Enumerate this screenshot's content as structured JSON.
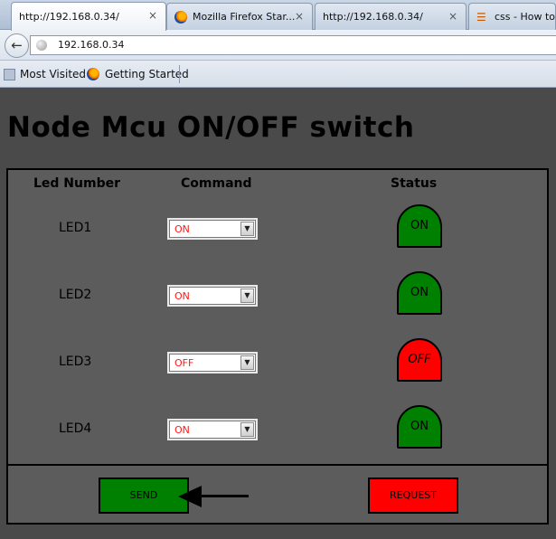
{
  "browser": {
    "tabs": [
      {
        "label": "http://192.168.0.34/",
        "active": true,
        "icon": "none"
      },
      {
        "label": "Mozilla Firefox Star...",
        "active": false,
        "icon": "firefox-icon"
      },
      {
        "label": "http://192.168.0.34/",
        "active": false,
        "icon": "none"
      },
      {
        "label": "css - How to",
        "active": false,
        "icon": "stackexchange-icon"
      }
    ],
    "close_glyph": "×",
    "back_glyph": "←",
    "url": "192.168.0.34",
    "bookmarks": [
      {
        "label": "Most Visited",
        "icon": "folder-icon"
      },
      {
        "label": "Getting Started",
        "icon": "firefox-icon"
      }
    ]
  },
  "page": {
    "title": "Node Mcu ON/OFF switch",
    "headers": {
      "led_number": "Led Number",
      "command": "Command",
      "status": "Status"
    },
    "rows": [
      {
        "led": "LED1",
        "command": "ON",
        "status": "ON"
      },
      {
        "led": "LED2",
        "command": "ON",
        "status": "ON"
      },
      {
        "led": "LED3",
        "command": "OFF",
        "status": "OFF"
      },
      {
        "led": "LED4",
        "command": "ON",
        "status": "ON"
      }
    ],
    "send_label": "SEND",
    "request_label": "REQUEST",
    "dropdown_arrow": "▼"
  },
  "colors": {
    "on": "#008000",
    "off": "#ff0000",
    "send": "#008000",
    "request": "#ff0000",
    "command_text": "#ff1a1a"
  }
}
